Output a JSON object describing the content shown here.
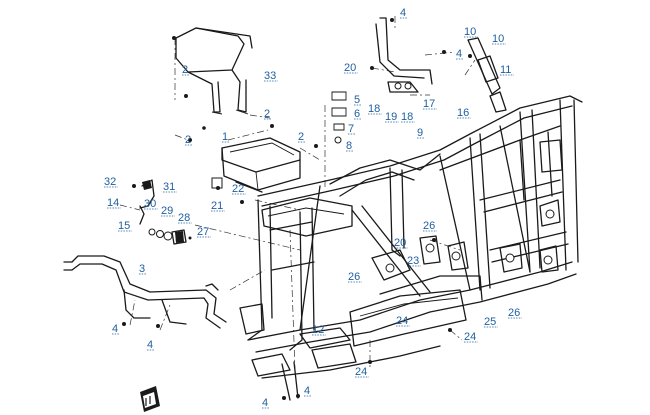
{
  "diagram": {
    "callouts": [
      {
        "id": "c-4a",
        "text": "4"
      },
      {
        "id": "c-10a",
        "text": "10"
      },
      {
        "id": "c-10b",
        "text": "10"
      },
      {
        "id": "c-4b",
        "text": "4"
      },
      {
        "id": "c-20a",
        "text": "20"
      },
      {
        "id": "c-11",
        "text": "11"
      },
      {
        "id": "c-2a",
        "text": "2"
      },
      {
        "id": "c-33",
        "text": "33"
      },
      {
        "id": "c-5",
        "text": "5"
      },
      {
        "id": "c-6",
        "text": "6"
      },
      {
        "id": "c-7",
        "text": "7"
      },
      {
        "id": "c-8",
        "text": "8"
      },
      {
        "id": "c-18a",
        "text": "18"
      },
      {
        "id": "c-19",
        "text": "19"
      },
      {
        "id": "c-18b",
        "text": "18"
      },
      {
        "id": "c-17",
        "text": "17"
      },
      {
        "id": "c-16",
        "text": "16"
      },
      {
        "id": "c-2b",
        "text": "2"
      },
      {
        "id": "c-2c",
        "text": "2"
      },
      {
        "id": "c-1",
        "text": "1"
      },
      {
        "id": "c-2d",
        "text": "2"
      },
      {
        "id": "c-9",
        "text": "9"
      },
      {
        "id": "c-32",
        "text": "32"
      },
      {
        "id": "c-31",
        "text": "31"
      },
      {
        "id": "c-14",
        "text": "14"
      },
      {
        "id": "c-30",
        "text": "30"
      },
      {
        "id": "c-22",
        "text": "22"
      },
      {
        "id": "c-21",
        "text": "21"
      },
      {
        "id": "c-29",
        "text": "29"
      },
      {
        "id": "c-28",
        "text": "28"
      },
      {
        "id": "c-15",
        "text": "15"
      },
      {
        "id": "c-27",
        "text": "27"
      },
      {
        "id": "c-26a",
        "text": "26"
      },
      {
        "id": "c-20b",
        "text": "20"
      },
      {
        "id": "c-3",
        "text": "3"
      },
      {
        "id": "c-23",
        "text": "23"
      },
      {
        "id": "c-26b",
        "text": "26"
      },
      {
        "id": "c-26c",
        "text": "26"
      },
      {
        "id": "c-4c",
        "text": "4"
      },
      {
        "id": "c-12",
        "text": "12"
      },
      {
        "id": "c-24a",
        "text": "24"
      },
      {
        "id": "c-25",
        "text": "25"
      },
      {
        "id": "c-24b",
        "text": "24"
      },
      {
        "id": "c-4d",
        "text": "4"
      },
      {
        "id": "c-24c",
        "text": "24"
      },
      {
        "id": "c-4e",
        "text": "4"
      },
      {
        "id": "c-4f",
        "text": "4"
      }
    ]
  }
}
